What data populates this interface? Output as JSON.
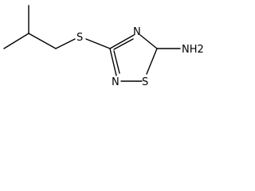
{
  "molecule": {
    "atoms": {
      "sulfur_thioether": "S",
      "nitrogen_top": "N",
      "nitrogen_bottom": "N",
      "sulfur_ring": "S",
      "amine": "NH2"
    }
  },
  "colors": {
    "bond": "#000000",
    "label": "#000000",
    "background": "#ffffff"
  }
}
